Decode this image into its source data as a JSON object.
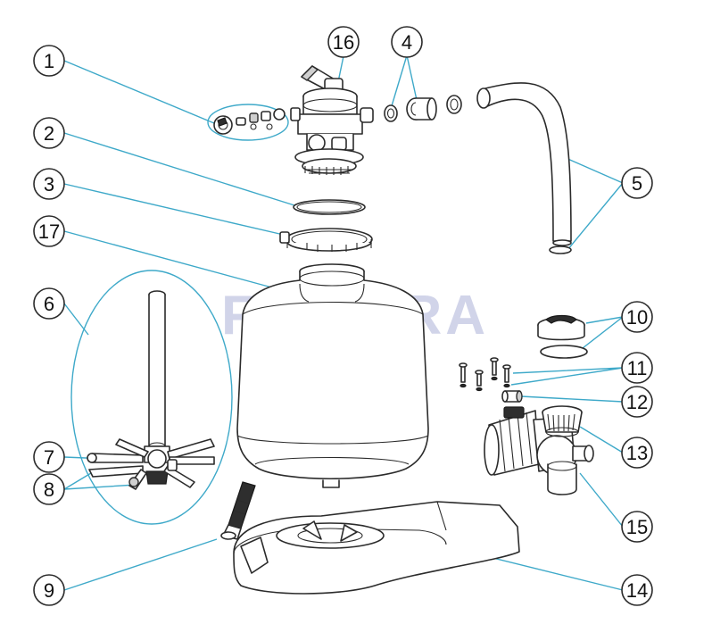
{
  "watermark": "FLUIDRA",
  "callouts": [
    "1",
    "2",
    "3",
    "4",
    "5",
    "6",
    "7",
    "8",
    "9",
    "10",
    "11",
    "12",
    "13",
    "14",
    "15",
    "16",
    "17"
  ],
  "colors": {
    "leader": "#3ea9c9",
    "line": "#2b2b2b",
    "watermark": "#c9cde6"
  }
}
